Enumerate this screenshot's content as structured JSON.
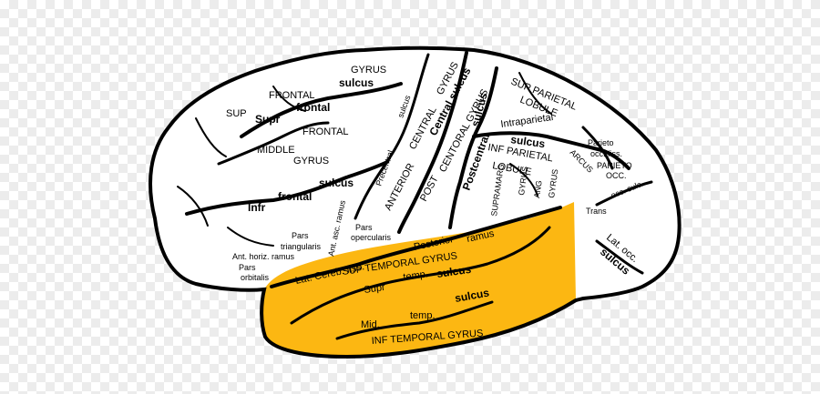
{
  "colors": {
    "highlight": "#fcb712",
    "outline": "#000000",
    "fill": "#ffffff"
  },
  "labels": {
    "sup": "SUP",
    "frontal_upper": "FRONTAL",
    "gyrus_top": "GYRUS",
    "supr": "Supr",
    "frontal_mid_l": "frontal",
    "sulcus_top": "sulcus",
    "middle": "MIDDLE",
    "frontal_middle": "FRONTAL",
    "gyrus_middle": "GYRUS",
    "infr": "Infr",
    "frontal_infr": "frontal",
    "sulcus_infr": "sulcus",
    "precentral": "Precentral",
    "sulcus_pre": "sulcus",
    "anterior": "ANTERIOR",
    "central_l": "CENTRAL",
    "gyrus_ant": "GYRUS",
    "central_sulcus": "Central sulcus",
    "post": "POST",
    "centoral_gyrus": "CENTORAL GYRUS",
    "postcentral": "Postcentral",
    "sulcus_post": "sulcus",
    "sup_parietal": "SUP PARIETAL",
    "lobule_top": "LOBULE",
    "intraparietal": "Intraparietal",
    "inf_parietal": "INF PARIETAL",
    "lobule_bottom": "LOBULE",
    "sulcus_ip": "sulcus",
    "arcus": "ARCUS",
    "parieto": "Parieto",
    "occ_fiss": "occ. fiss.",
    "parieto_occ": "PARIETO",
    "occ": "OCC.",
    "trans": "Trans",
    "occ_sulc": "occ. sulc.",
    "lat_occ": "Lat. occ.",
    "sulcus_occ": "sulcus",
    "supramarg": "SUPRAMARG",
    "gyrus_supramarg": "GYRUS",
    "ang": "ANG",
    "gyrus_ang": "GYRUS",
    "pars_triangularis_1": "Pars",
    "pars_triangularis_2": "triangularis",
    "ant_asc_ramus": "Ant. asc. ramus",
    "pars_opercularis_1": "Pars",
    "pars_opercularis_2": "opercularis",
    "ant_horiz_ramus": "Ant. horiz. ramus",
    "pars_orbitalis_1": "Pars",
    "pars_orbitalis_2": "orbitalis",
    "lat_cereb_fiss": "Lat. Cereb. fiss.",
    "posterior": "Posterior",
    "ramus": "ramus",
    "sup_temporal_gyrus": "SUP TEMPORAL GYRUS",
    "supr_temp": "Supr",
    "temp_sulcus": "temp.",
    "sulcus_temp": "sulcus",
    "mid": "Mid.",
    "temp_mid": "temp.",
    "sulcus_mid": "sulcus",
    "inf_temporal_gyrus": "INF TEMPORAL GYRUS"
  }
}
